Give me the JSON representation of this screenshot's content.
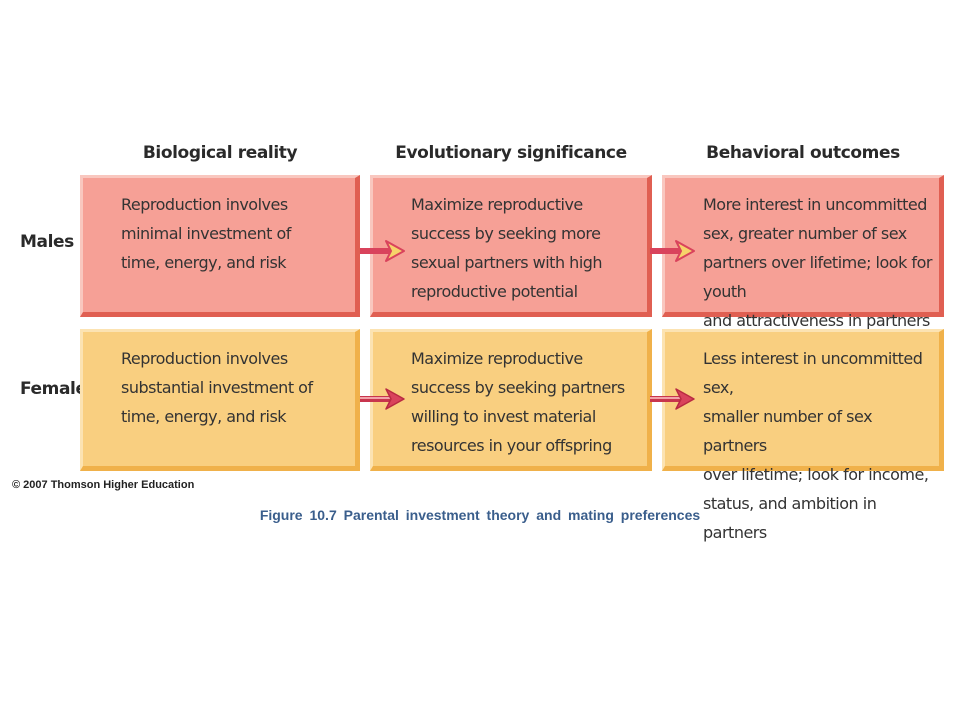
{
  "columns": {
    "biological": "Biological reality",
    "evolutionary": "Evolutionary significance",
    "behavioral": "Behavioral outcomes"
  },
  "rows": {
    "males": {
      "label": "Males",
      "biological": "Reproduction involves\nminimal investment of\ntime, energy, and risk",
      "evolutionary": "Maximize reproductive\nsuccess by seeking more\nsexual partners with high\nreproductive potential",
      "behavioral": "More interest in uncommitted\nsex, greater number of sex\npartners over lifetime; look for youth\nand attractiveness in partners"
    },
    "females": {
      "label": "Females",
      "biological": "Reproduction involves\nsubstantial investment of\ntime, energy, and risk",
      "evolutionary": "Maximize reproductive\nsuccess by seeking partners\nwilling to invest material\nresources in your offspring",
      "behavioral": "Less interest in uncommitted sex,\nsmaller number of sex partners\nover lifetime; look for income,\nstatus, and ambition in partners"
    }
  },
  "copyright": "© 2007 Thomson Higher Education",
  "caption": "Figure 10.7  Parental investment theory and mating preferences",
  "colors": {
    "male_fill": "#f6a096",
    "female_fill": "#f9cf80",
    "arrow_shaft": "#d9435c",
    "arrow_head_fill": "#f7d36a",
    "caption": "#3a5e8c"
  }
}
